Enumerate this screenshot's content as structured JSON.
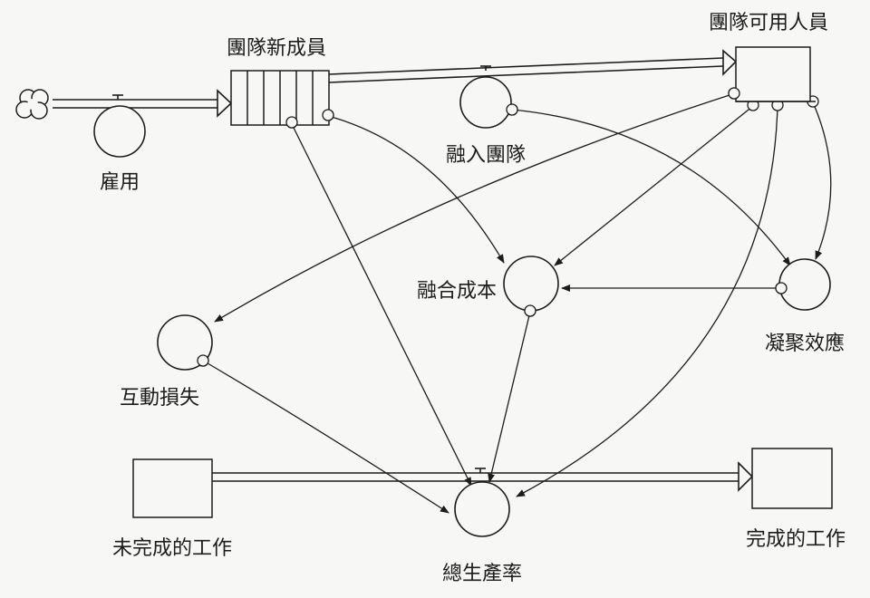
{
  "diagram": {
    "title": "",
    "stocks": {
      "new_members": "團隊新成員",
      "available_staff": "團隊可用人員",
      "unfinished_work": "未完成的工作",
      "finished_work": "完成的工作"
    },
    "flows": {
      "hiring": "雇用",
      "assimilation": "融入團隊",
      "productivity": "總生產率"
    },
    "auxiliaries": {
      "integration_cost": "融合成本",
      "cohesion_effect": "凝聚效應",
      "interaction_loss": "互動損失"
    },
    "source_icon": "cloud-source-icon",
    "colors": {
      "ink": "#1c1c1c",
      "paper": "#f7f7f5"
    }
  }
}
